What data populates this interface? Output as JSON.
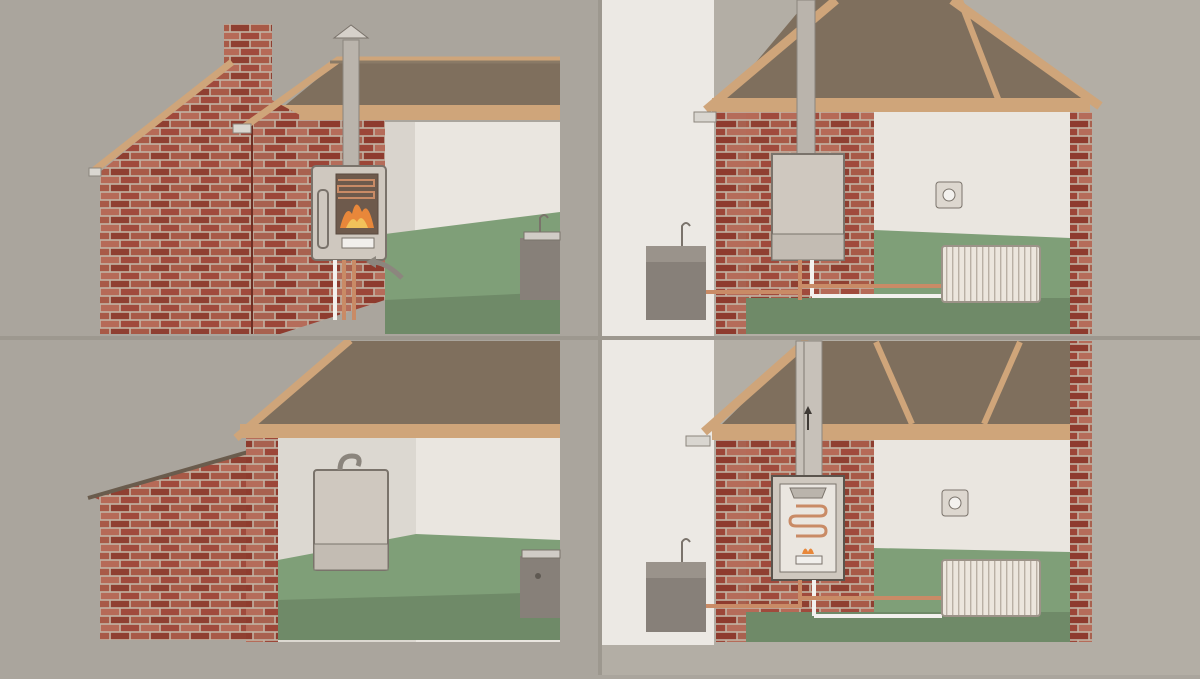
{
  "colors": {
    "background": "#aaa59d",
    "panel_bg": "#b1aca3",
    "brick": "#a04a3c",
    "brick_light": "#b66a57",
    "brick_dark": "#7e3428",
    "mortar": "#c2b3a3",
    "roof_trim": "#cfa57a",
    "roof_interior": "#7f6f5d",
    "wall_interior": "#eae6e0",
    "floor_green": "#6f8a68",
    "wall_green": "#7f9f78",
    "boiler_body": "#cfc8bf",
    "boiler_outline": "#7a736b",
    "flue": "#bab4ac",
    "copper_pipe": "#c98b66",
    "white_pipe": "#f3f1ee",
    "flame": "#e8873a",
    "radiator": "#ece6dd",
    "sink": "#878079"
  },
  "panels": [
    {
      "id": "panel-1",
      "icon": "open-flue-boiler-icon",
      "label_visible": false
    },
    {
      "id": "panel-2",
      "icon": "combi-boiler-icon",
      "label_visible": false
    },
    {
      "id": "panel-3",
      "icon": "wall-mounted-boiler-icon",
      "label_visible": false
    },
    {
      "id": "panel-4",
      "icon": "condensing-boiler-icon",
      "label_visible": false
    }
  ]
}
